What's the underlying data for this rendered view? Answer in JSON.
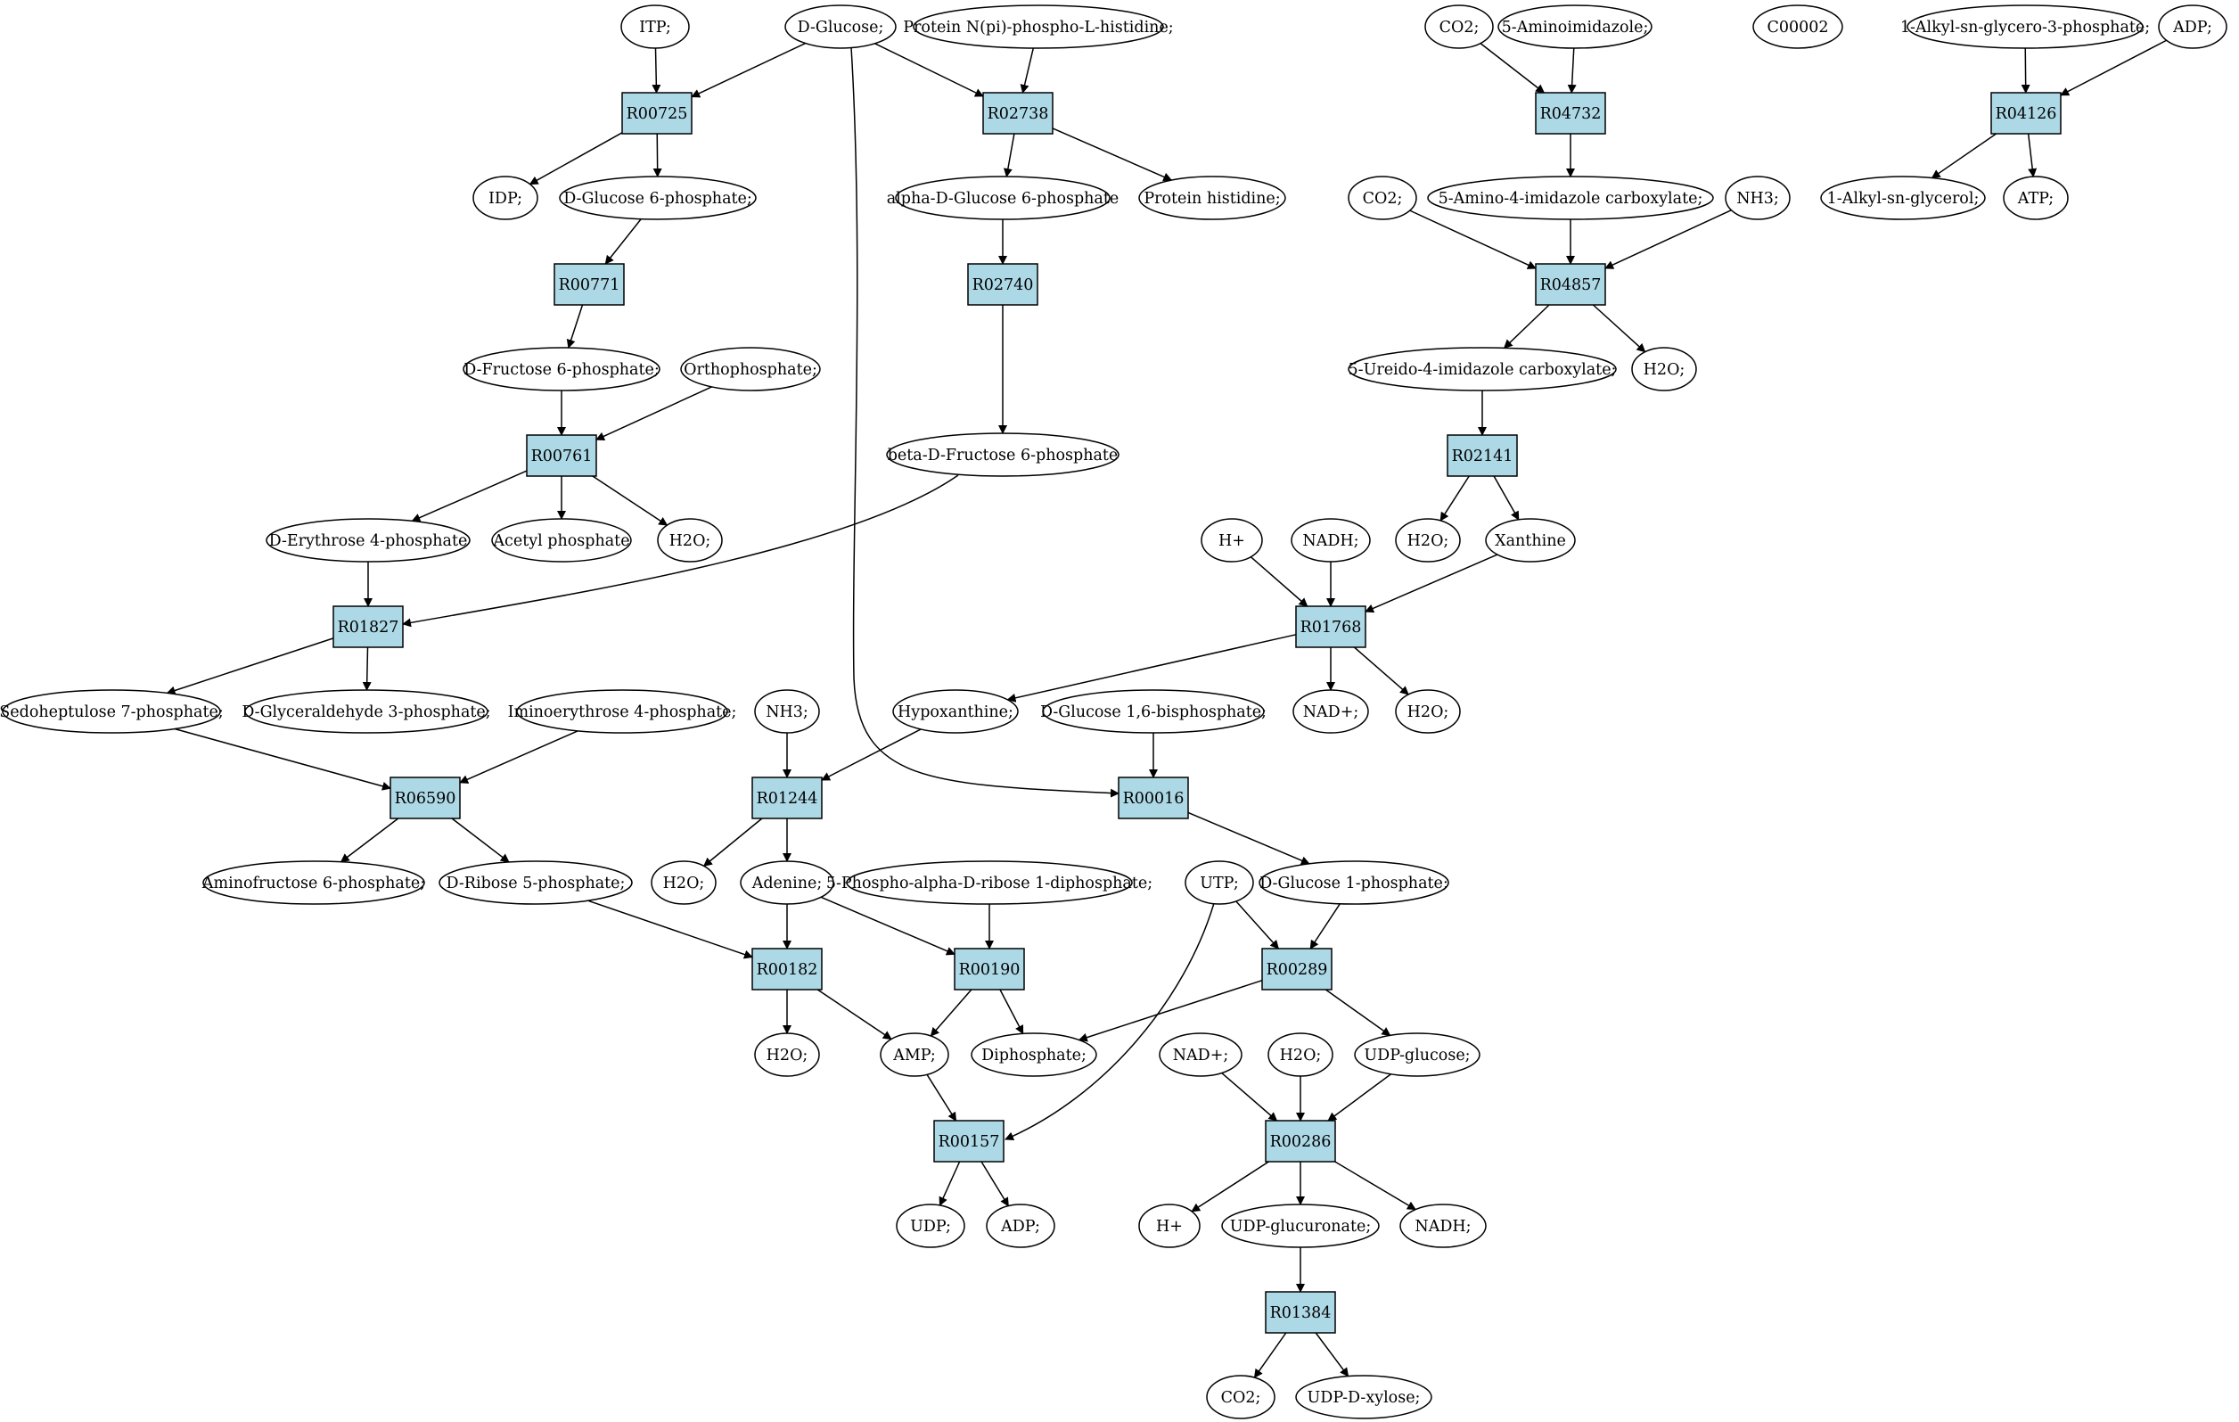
{
  "colors": {
    "reaction_fill": "#add8e6",
    "metabolite_fill": "#ffffff",
    "source_fill": "#00ff00",
    "highlight_fill": "#ffff00",
    "stroke": "#000000"
  },
  "metabolites": {
    "itp": "ITP;",
    "d_glucose": "D-Glucose;",
    "protein_phosphohistidine": "Protein N(pi)-phospho-L-histidine;",
    "co2_a": "CO2;",
    "aminoimidazole": "5-Aminoimidazole;",
    "c00002": "C00002",
    "alkyl_glycerophosphate": "1-Alkyl-sn-glycero-3-phosphate;",
    "adp_a": "ADP;",
    "idp": "IDP;",
    "d_glucose_6p": "D-Glucose 6-phosphate;",
    "alpha_glucose_6p": "alpha-D-Glucose 6-phosphate",
    "protein_histidine": "Protein histidine;",
    "co2_b": "CO2;",
    "amino_imidazole_carboxylate": "5-Amino-4-imidazole carboxylate;",
    "nh3_a": "NH3;",
    "alkyl_glycerol": "1-Alkyl-sn-glycerol;",
    "atp": "ATP;",
    "fructose_6p": "D-Fructose 6-phosphate;",
    "orthophosphate": "Orthophosphate;",
    "ureido_imidazole_carboxylate": "5-Ureido-4-imidazole carboxylate;",
    "h2o_a": "H2O;",
    "beta_fructose_6p": "beta-D-Fructose 6-phosphate",
    "erythrose_4p": "D-Erythrose 4-phosphate",
    "acetyl_phosphate": "Acetyl phosphate",
    "h2o_b": "H2O;",
    "h_a": "H+",
    "nadh_a": "NADH;",
    "h2o_c": "H2O;",
    "xanthine": "Xanthine",
    "sedoheptulose_7p": "Sedoheptulose 7-phosphate;",
    "glyceraldehyde_3p": "D-Glyceraldehyde 3-phosphate;",
    "iminoerythrose_4p": "Iminoerythrose 4-phosphate;",
    "nh3_b": "NH3;",
    "hypoxanthine": "Hypoxanthine;",
    "glucose_16bp": "D-Glucose 1,6-bisphosphate;",
    "nad_a": "NAD+;",
    "h2o_d": "H2O;",
    "aminofructose_6p": "Aminofructose 6-phosphate;",
    "ribose_5p": "D-Ribose 5-phosphate;",
    "h2o_e": "H2O;",
    "adenine": "Adenine;",
    "prpp": "5-Phospho-alpha-D-ribose 1-diphosphate;",
    "utp": "UTP;",
    "glucose_1p": "D-Glucose 1-phosphate;",
    "h2o_f": "H2O;",
    "amp": "AMP;",
    "diphosphate": "Diphosphate;",
    "nad_b": "NAD+;",
    "h2o_g": "H2O;",
    "udp_glucose": "UDP-glucose;",
    "udp": "UDP;",
    "adp_b": "ADP;",
    "h_b": "H+",
    "udp_glucuronate": "UDP-glucuronate;",
    "nadh_b": "NADH;",
    "co2_c": "CO2;",
    "udp_xylose": "UDP-D-xylose;"
  },
  "reactions": {
    "r00725": "R00725",
    "r02738": "R02738",
    "r04732": "R04732",
    "r04126": "R04126",
    "r00771": "R00771",
    "r02740": "R02740",
    "r04857": "R04857",
    "r00761": "R00761",
    "r02141": "R02141",
    "r01827": "R01827",
    "r01768": "R01768",
    "r06590": "R06590",
    "r01244": "R01244",
    "r00016": "R00016",
    "r00182": "R00182",
    "r00190": "R00190",
    "r00289": "R00289",
    "r00157": "R00157",
    "r00286": "R00286",
    "r01384": "R01384"
  }
}
